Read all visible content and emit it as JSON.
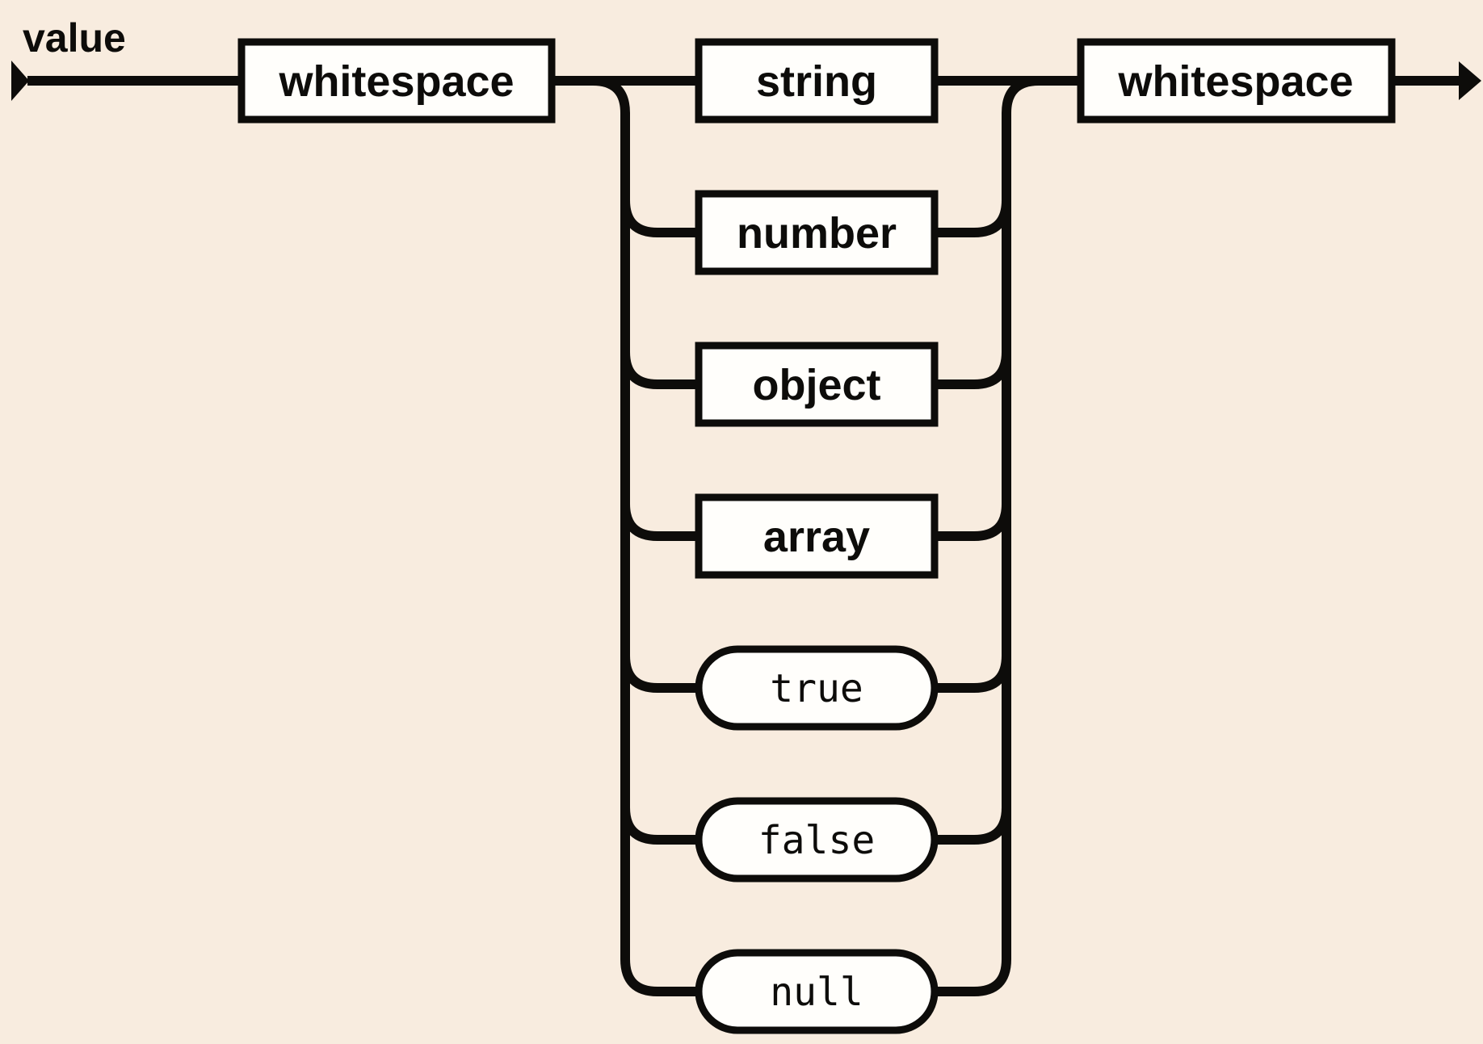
{
  "diagram": {
    "kind": "railroad-syntax-diagram",
    "rule_label": "value",
    "left_terminal": {
      "label": "whitespace",
      "shape": "rect"
    },
    "right_terminal": {
      "label": "whitespace",
      "shape": "rect"
    },
    "branches": [
      {
        "label": "string",
        "shape": "rect"
      },
      {
        "label": "number",
        "shape": "rect"
      },
      {
        "label": "object",
        "shape": "rect"
      },
      {
        "label": "array",
        "shape": "rect"
      },
      {
        "label": "true",
        "shape": "pill"
      },
      {
        "label": "false",
        "shape": "pill"
      },
      {
        "label": "null",
        "shape": "pill"
      }
    ],
    "colors": {
      "background": "#f8ecdf",
      "node_fill": "#fffefb",
      "line": "#0d0c0a"
    }
  }
}
